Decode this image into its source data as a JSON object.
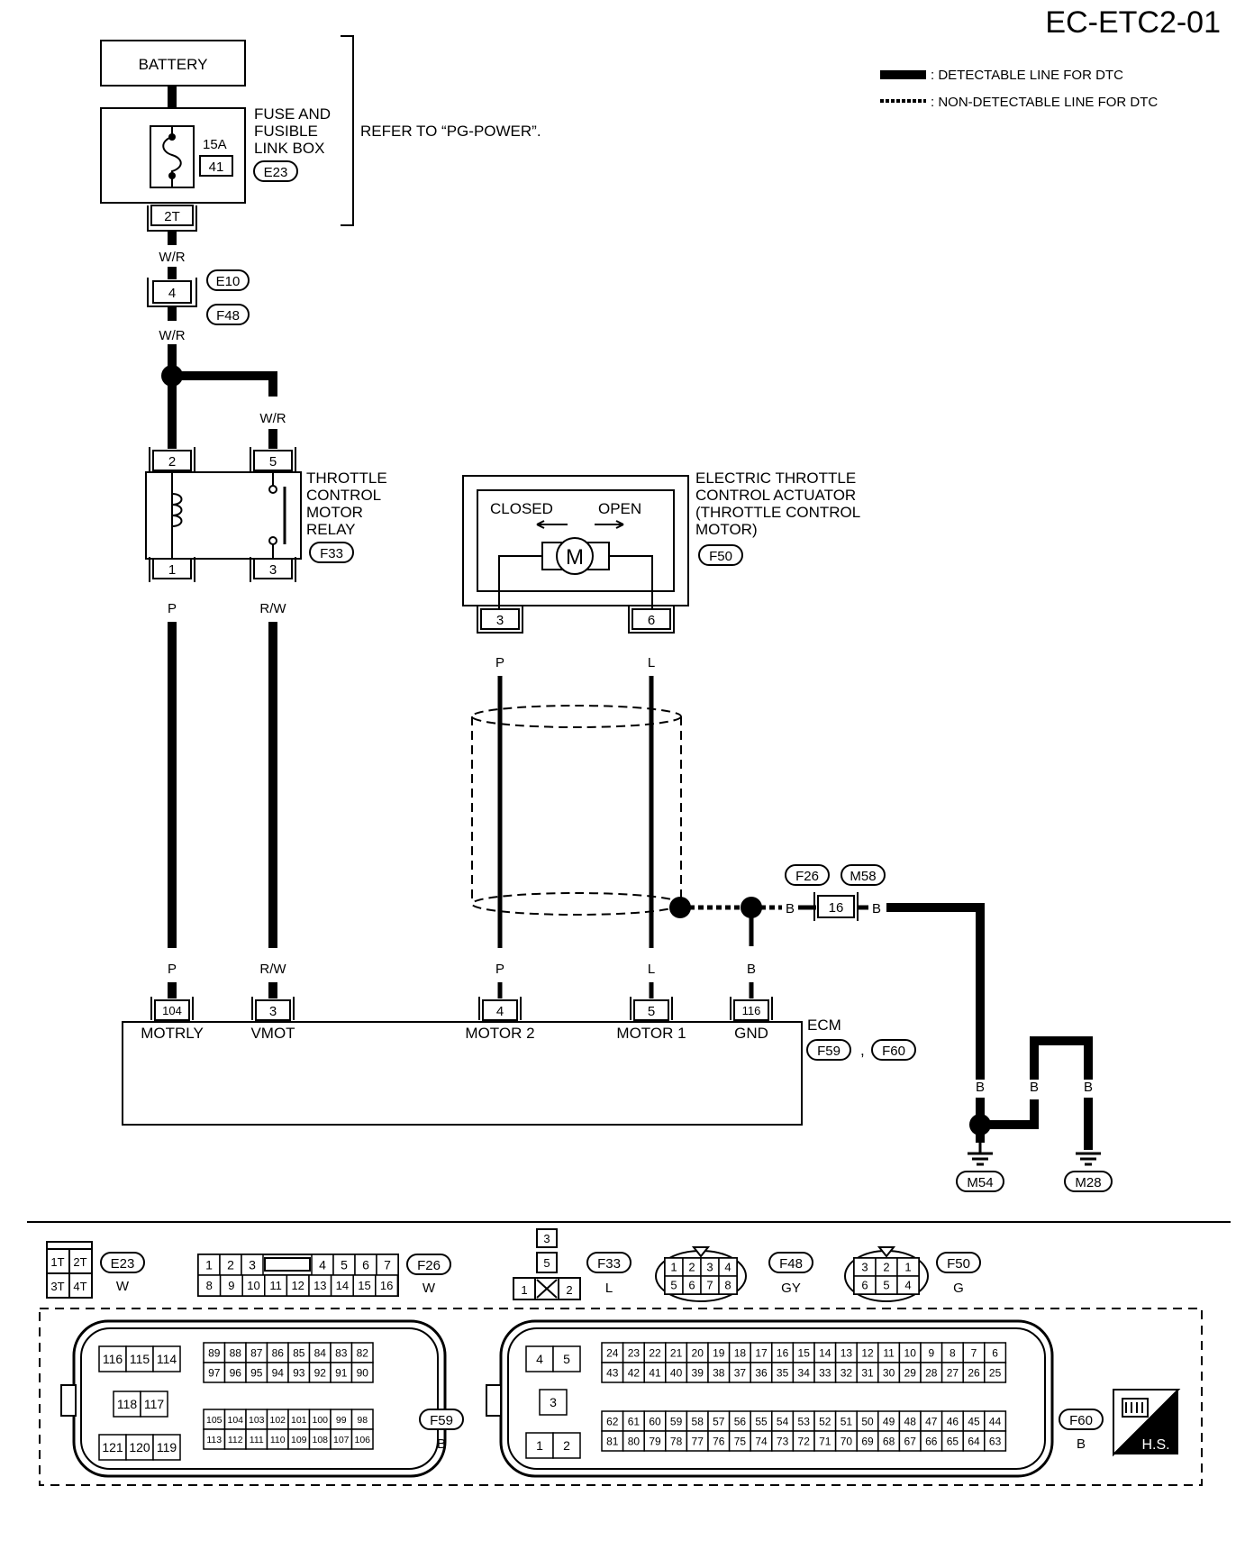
{
  "page": {
    "code": "EC-ETC2-01"
  },
  "legend": {
    "detectable": ": DETECTABLE LINE FOR DTC",
    "non_detectable": ": NON-DETECTABLE LINE FOR DTC"
  },
  "power": {
    "battery": "BATTERY",
    "fuse_box_label": [
      "FUSE AND",
      "FUSIBLE",
      "LINK BOX"
    ],
    "fuse_amp": "15A",
    "fuse_no": "41",
    "fuse_conn": "E23",
    "fuse_pin": "2T",
    "refer": "REFER TO “PG-POWER”."
  },
  "wire_colors": {
    "wr": "W/R",
    "p": "P",
    "rw": "R/W",
    "l": "L",
    "b": "B"
  },
  "joint_e10": {
    "pin": "4",
    "conn_a": "E10",
    "conn_b": "F48"
  },
  "relay": {
    "label": [
      "THROTTLE",
      "CONTROL",
      "MOTOR",
      "RELAY"
    ],
    "conn": "F33",
    "pins": [
      "2",
      "5",
      "1",
      "3"
    ]
  },
  "actuator": {
    "label": [
      "ELECTRIC THROTTLE",
      "CONTROL ACTUATOR",
      "(THROTTLE CONTROL",
      "MOTOR)"
    ],
    "conn": "F50",
    "closed": "CLOSED",
    "open": "OPEN",
    "motor": "M",
    "pins": [
      "3",
      "6"
    ]
  },
  "joint_f26": {
    "pin": "16",
    "conn_a": "F26",
    "conn_b": "M58"
  },
  "ecm": {
    "label": "ECM",
    "conn_a": "F59",
    "conn_b": "F60",
    "sep": ",",
    "terminals": [
      {
        "pin": "104",
        "name": "MOTRLY"
      },
      {
        "pin": "3",
        "name": "VMOT"
      },
      {
        "pin": "4",
        "name": "MOTOR 2"
      },
      {
        "pin": "5",
        "name": "MOTOR 1"
      },
      {
        "pin": "116",
        "name": "GND"
      }
    ]
  },
  "grounds": [
    "M54",
    "M28"
  ],
  "connectors": {
    "e23": {
      "id": "E23",
      "color": "W",
      "pins": [
        "1T",
        "2T",
        "3T",
        "4T"
      ]
    },
    "f26": {
      "id": "F26",
      "color": "W",
      "row1": [
        "1",
        "2",
        "3",
        "4",
        "5",
        "6",
        "7"
      ],
      "row2": [
        "8",
        "9",
        "10",
        "11",
        "12",
        "13",
        "14",
        "15",
        "16"
      ]
    },
    "f33": {
      "id": "F33",
      "color": "L",
      "pins": [
        "3",
        "5",
        "1",
        "2"
      ]
    },
    "f48": {
      "id": "F48",
      "color": "GY",
      "row1": [
        "1",
        "2",
        "3",
        "4"
      ],
      "row2": [
        "5",
        "6",
        "7",
        "8"
      ]
    },
    "f50": {
      "id": "F50",
      "color": "G",
      "row1": [
        "3",
        "2",
        "1"
      ],
      "row2": [
        "6",
        "5",
        "4"
      ]
    },
    "f59": {
      "id": "F59",
      "color": "B",
      "big1": [
        "116",
        "115",
        "114"
      ],
      "big2": [
        "118",
        "117"
      ],
      "big3": [
        "121",
        "120",
        "119"
      ],
      "top1": [
        "89",
        "88",
        "87",
        "86",
        "85",
        "84",
        "83",
        "82"
      ],
      "top2": [
        "97",
        "96",
        "95",
        "94",
        "93",
        "92",
        "91",
        "90"
      ],
      "bot1": [
        "105",
        "104",
        "103",
        "102",
        "101",
        "100",
        "99",
        "98"
      ],
      "bot2": [
        "113",
        "112",
        "111",
        "110",
        "109",
        "108",
        "107",
        "106"
      ]
    },
    "f60": {
      "id": "F60",
      "color": "B",
      "big1": [
        "4",
        "5"
      ],
      "big2": [
        "3"
      ],
      "big3": [
        "1",
        "2"
      ],
      "top1": [
        "24",
        "23",
        "22",
        "21",
        "20",
        "19",
        "18",
        "17",
        "16",
        "15",
        "14",
        "13",
        "12",
        "11",
        "10",
        "9",
        "8",
        "7",
        "6"
      ],
      "top2": [
        "43",
        "42",
        "41",
        "40",
        "39",
        "38",
        "37",
        "36",
        "35",
        "34",
        "33",
        "32",
        "31",
        "30",
        "29",
        "28",
        "27",
        "26",
        "25"
      ],
      "bot1": [
        "62",
        "61",
        "60",
        "59",
        "58",
        "57",
        "56",
        "55",
        "54",
        "53",
        "52",
        "51",
        "50",
        "49",
        "48",
        "47",
        "46",
        "45",
        "44"
      ],
      "bot2": [
        "81",
        "80",
        "79",
        "78",
        "77",
        "76",
        "75",
        "74",
        "73",
        "72",
        "71",
        "70",
        "69",
        "68",
        "67",
        "66",
        "65",
        "64",
        "63"
      ]
    },
    "hs": "H.S."
  }
}
